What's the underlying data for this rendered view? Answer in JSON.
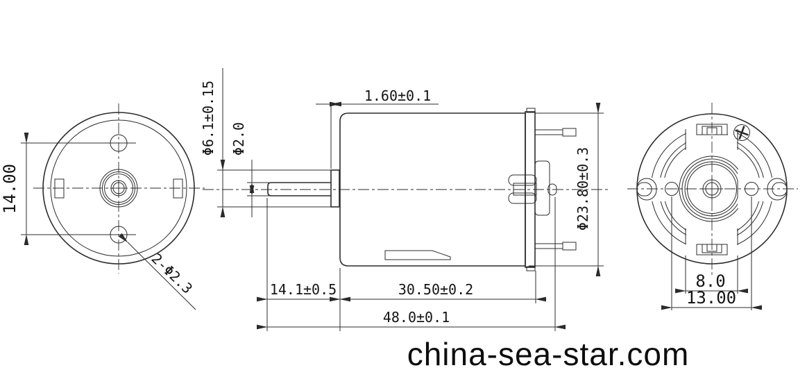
{
  "colors": {
    "line": "#2b2b2b",
    "background": "#ffffff",
    "text": "#141414"
  },
  "front_view": {
    "dim_hole_spacing": "14.00",
    "dim_hole_callout": "2-Φ2.3"
  },
  "side_view": {
    "dim_boss_dia": "Φ6.1±0.15",
    "dim_shaft_dia": "Φ2.0",
    "dim_boss_len": "1.60±0.1",
    "dim_body_dia": "Φ23.80±0.3",
    "dim_shaft_len": "14.1±0.5",
    "dim_body_len": "30.50±0.2",
    "dim_total_len": "48.0±0.1"
  },
  "rear_view": {
    "dim_flat_width": "8.0",
    "dim_hole_spacing": "13.00"
  },
  "watermark": {
    "text": "china-sea-star.com"
  }
}
